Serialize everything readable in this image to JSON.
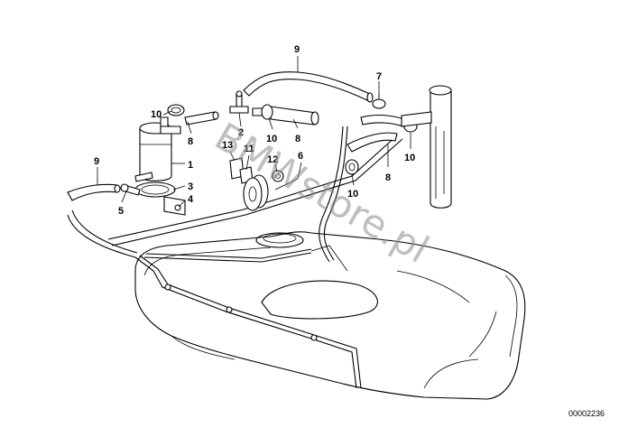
{
  "callouts": {
    "c9_top": "9",
    "c7": "7",
    "c10_left_top": "10",
    "c8_left": "8",
    "c2": "2",
    "c10_mid": "10",
    "c8_mid": "8",
    "c13": "13",
    "c11": "11",
    "c6": "6",
    "c12": "12",
    "c1": "1",
    "c9_left": "9",
    "c3": "3",
    "c4": "4",
    "c5": "5",
    "c10_lower": "10",
    "c8_right": "8",
    "c10_right": "10"
  },
  "watermark": "BMWstore.pl",
  "reference_number": "00002236"
}
